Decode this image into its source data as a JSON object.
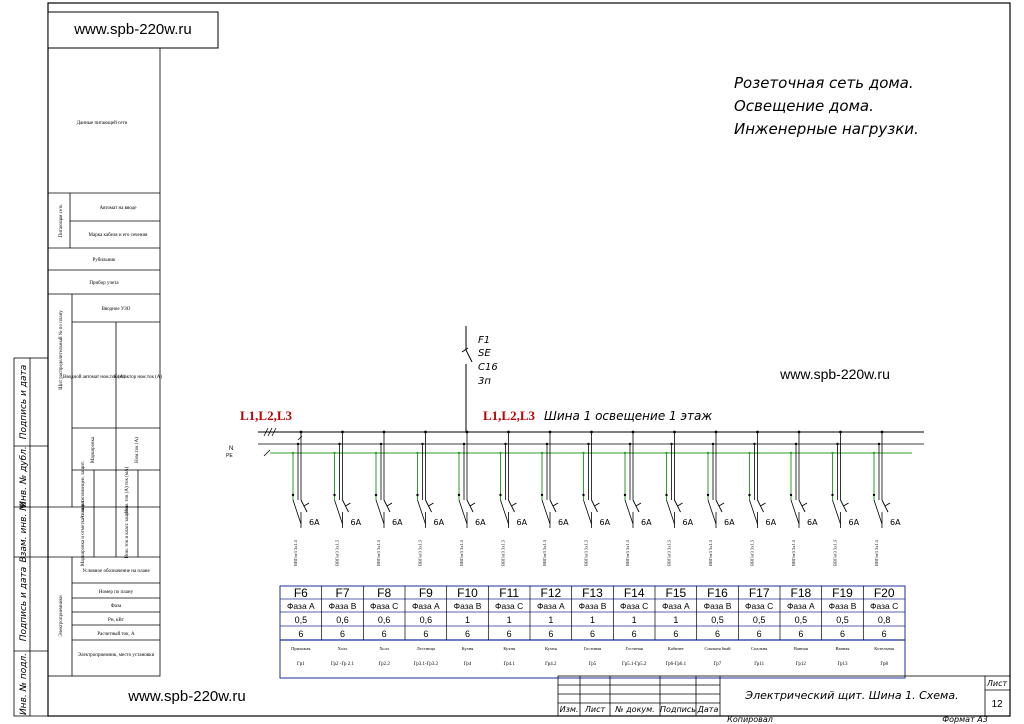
{
  "watermark": {
    "top": "www.spb-220w.ru",
    "middle": "www.spb-220w.ru",
    "bottom": "www.spb-220w.ru"
  },
  "notes": [
    "Розеточная сеть дома.",
    "Освещение дома.",
    "Инженерные нагрузки."
  ],
  "left_table": {
    "network_data": "Данные питающей сети",
    "supply_group": "Питающая сеть",
    "input_breaker": "Автомат на вводе",
    "cable_brand": "Марка кабеля и его сечения",
    "switch": "Рубильник",
    "meter": "Прибор учета",
    "input_rcd": "Вводное УЗО",
    "board_group": "Щит распределительный № по плану",
    "board_breaker": "Вводной автомат ном.ток (А)",
    "board_contactor": "Контактор ном.ток (А)",
    "marking": "Маркировка",
    "rated_current": "Ном.ток (А)",
    "rcd_col": "Ав.выкл. совмещен. защит.",
    "rcd_current": "Ном. ток (А) ток (мА)",
    "marking2": "Маркировка и отметка о защите",
    "marking3": "Ном. ток и класс защиты",
    "consumers_group": "Электроприемники",
    "symbol": "Условное обозначение на плане",
    "plan_number": "Номер по плану",
    "phase": "Фаза",
    "power": "Рн, кВт",
    "calc_current": "Расчетный ток, А",
    "consumer_name": "Электроприемник, место установки"
  },
  "side_stamp": [
    "Инв. № подл.",
    "Подпись и дата",
    "Взам. инв. №",
    "Инв. № дубл.",
    "Подпись и дата"
  ],
  "diagram": {
    "main_breaker": {
      "name": "F1",
      "type": "SE",
      "curve": "C16",
      "poles": "3п"
    },
    "bus_labels": [
      "L1,L2,L3",
      "L1,L2,L3"
    ],
    "bus_title": "Шина 1 освещение 1 этаж",
    "n_label": "N",
    "pe_label": "PE",
    "cable": "ВВГнг3 3х1.5",
    "rating": "6А"
  },
  "circuits": [
    {
      "id": "F6",
      "phase": "Фаза А",
      "power": "0,5",
      "current": "6",
      "name": "Прихожая",
      "group": "Гр1"
    },
    {
      "id": "F7",
      "phase": "Фаза В",
      "power": "0,6",
      "current": "6",
      "name": "Холл",
      "group": "Гр2 -Гр 2.1"
    },
    {
      "id": "F8",
      "phase": "Фаза С",
      "power": "0,6",
      "current": "6",
      "name": "Холл",
      "group": "Гр2.2"
    },
    {
      "id": "F9",
      "phase": "Фаза А",
      "power": "0,6",
      "current": "6",
      "name": "Лестница",
      "group": "Гр3.1-Гр3.2"
    },
    {
      "id": "F10",
      "phase": "Фаза В",
      "power": "1",
      "current": "6",
      "name": "Кухня",
      "group": "Гр4"
    },
    {
      "id": "F11",
      "phase": "Фаза С",
      "power": "1",
      "current": "6",
      "name": "Кухня",
      "group": "Гр4.1"
    },
    {
      "id": "F12",
      "phase": "Фаза А",
      "power": "1",
      "current": "6",
      "name": "Кухня",
      "group": "Гр4.2"
    },
    {
      "id": "F13",
      "phase": "Фаза В",
      "power": "1",
      "current": "6",
      "name": "Гостиная",
      "group": "Гр5"
    },
    {
      "id": "F14",
      "phase": "Фаза С",
      "power": "1",
      "current": "6",
      "name": "Гостиная",
      "group": "Гр5.1-Гр5.2"
    },
    {
      "id": "F15",
      "phase": "Фаза А",
      "power": "1",
      "current": "6",
      "name": "Кабинет",
      "group": "Гр6-Гр6.1"
    },
    {
      "id": "F16",
      "phase": "Фаза В",
      "power": "0,5",
      "current": "6",
      "name": "Спальня 6кай",
      "group": "Гр7"
    },
    {
      "id": "F17",
      "phase": "Фаза С",
      "power": "0,5",
      "current": "6",
      "name": "Спальня",
      "group": "Гр11"
    },
    {
      "id": "F18",
      "phase": "Фаза А",
      "power": "0,5",
      "current": "6",
      "name": "Ванная",
      "group": "Гр12"
    },
    {
      "id": "F19",
      "phase": "Фаза В",
      "power": "0,5",
      "current": "6",
      "name": "Ванная",
      "group": "Гр13"
    },
    {
      "id": "F20",
      "phase": "Фаза С",
      "power": "0,8",
      "current": "6",
      "name": "Котельная",
      "group": "Гр8"
    }
  ],
  "title_block": {
    "headers": [
      "Изм.",
      "Лист",
      "№ докум.",
      "Подпись",
      "Дата"
    ],
    "title": "Электрический щит. Шина 1. Схема.",
    "sheet_label": "Лист",
    "sheet_number": "12",
    "copied": "Копировал",
    "format": "Формат А3"
  },
  "colors": {
    "line": "#000000",
    "pe_wire": "#2e9e2e",
    "table_border": "#1f2f9c",
    "red_label": "#c00000"
  }
}
